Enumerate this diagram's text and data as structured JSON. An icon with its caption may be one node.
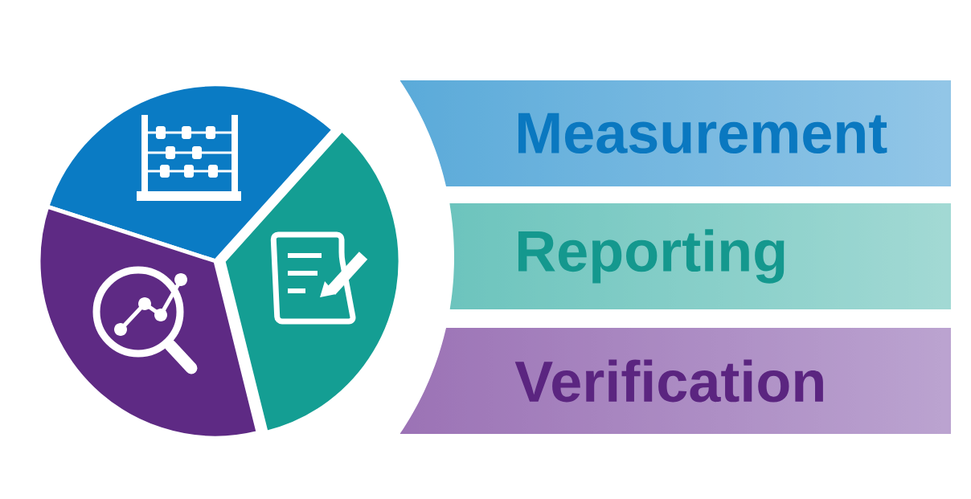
{
  "diagram": {
    "nodes": [
      {
        "text": [
          "Measurement"
        ]
      },
      {
        "text": [
          "Reporting"
        ]
      },
      {
        "text": [
          "Verification"
        ]
      }
    ]
  }
}
